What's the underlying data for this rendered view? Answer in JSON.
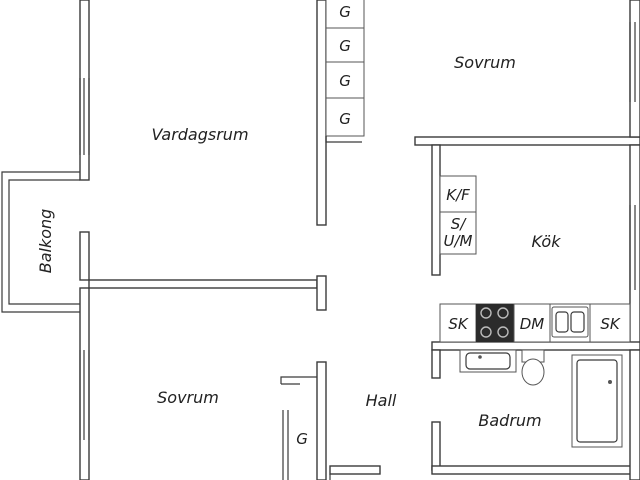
{
  "rooms": {
    "vardagsrum": "Vardagsrum",
    "sovrum_top": "Sovrum",
    "sovrum_bottom": "Sovrum",
    "kok": "Kök",
    "hall": "Hall",
    "badrum": "Badrum",
    "balkong": "Balkong"
  },
  "fixtures": {
    "wardrobe": "G",
    "fridge_freezer": "K/F",
    "microwave_1": "S/",
    "microwave_2": "U/M",
    "cabinet": "SK",
    "dishwasher": "DM"
  },
  "colors": {
    "wall": "#3a3a3a",
    "stove": "#2b2b2b",
    "text": "#222222"
  }
}
